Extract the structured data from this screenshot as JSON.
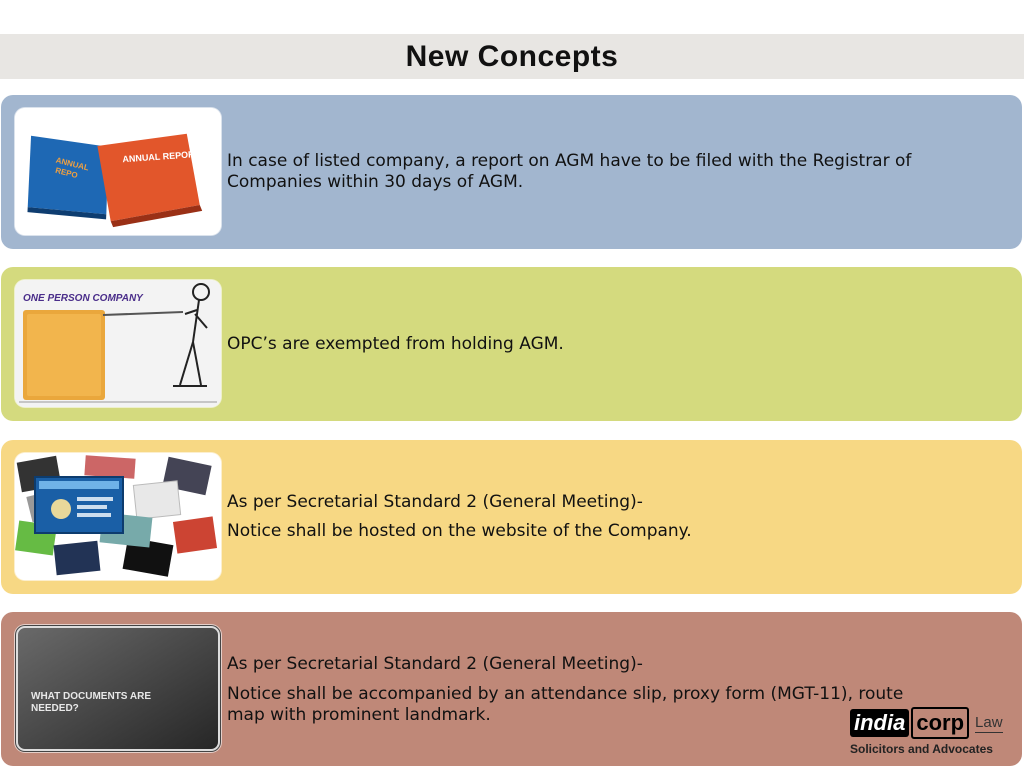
{
  "title": "New Concepts",
  "cards": [
    {
      "image_label": "ANNUAL REPORT",
      "lines": [
        "In case of listed company, a report on AGM have to be filed with the Registrar of Companies within 30 days of AGM."
      ]
    },
    {
      "image_label": "ONE PERSON COMPANY",
      "lines": [
        "OPC’s are exempted from holding AGM."
      ]
    },
    {
      "lines": [
        "As per Secretarial Standard 2 (General Meeting)-",
        "Notice shall be hosted on the website of the Company."
      ]
    },
    {
      "image_label": "WHAT DOCUMENTS ARE NEEDED?",
      "lines": [
        "As per Secretarial Standard 2 (General Meeting)-",
        "Notice shall be accompanied by an attendance slip, proxy form (MGT-11), route map with prominent landmark."
      ]
    }
  ],
  "logo": {
    "brand_a": "india",
    "brand_b": "corp",
    "brand_c": "Law",
    "tagline": "Solicitors and Advocates"
  },
  "colors": {
    "card1": "#a2b6cf",
    "card2": "#d4da7e",
    "card3": "#f7d884",
    "card4": "#bf8878"
  }
}
